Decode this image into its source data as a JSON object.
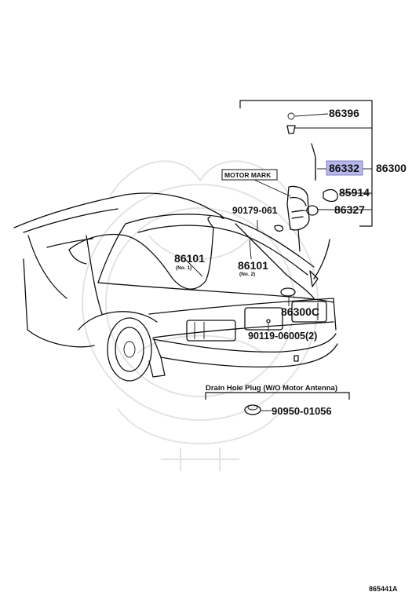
{
  "labels": {
    "p86396": "86396",
    "p86332": "86332",
    "p86300": "86300",
    "p85914": "85914",
    "p86327": "86327",
    "p90179": "90179-061",
    "p86101a": "86101",
    "p86101a_sub": "(No. 1)",
    "p86101b": "86101",
    "p86101b_sub": "(No. 2)",
    "p86300c": "86300C",
    "p90119": "90119-06005(2)",
    "motor_mark": "MOTOR MARK",
    "drain_plug": "Drain Hole Plug (W/O Motor Antenna)",
    "p90950": "90950-01056",
    "diagram_id": "865441A"
  },
  "colors": {
    "highlight": "#b7b7ee",
    "ink": "#111111",
    "watermark": "#e3e3e3"
  }
}
